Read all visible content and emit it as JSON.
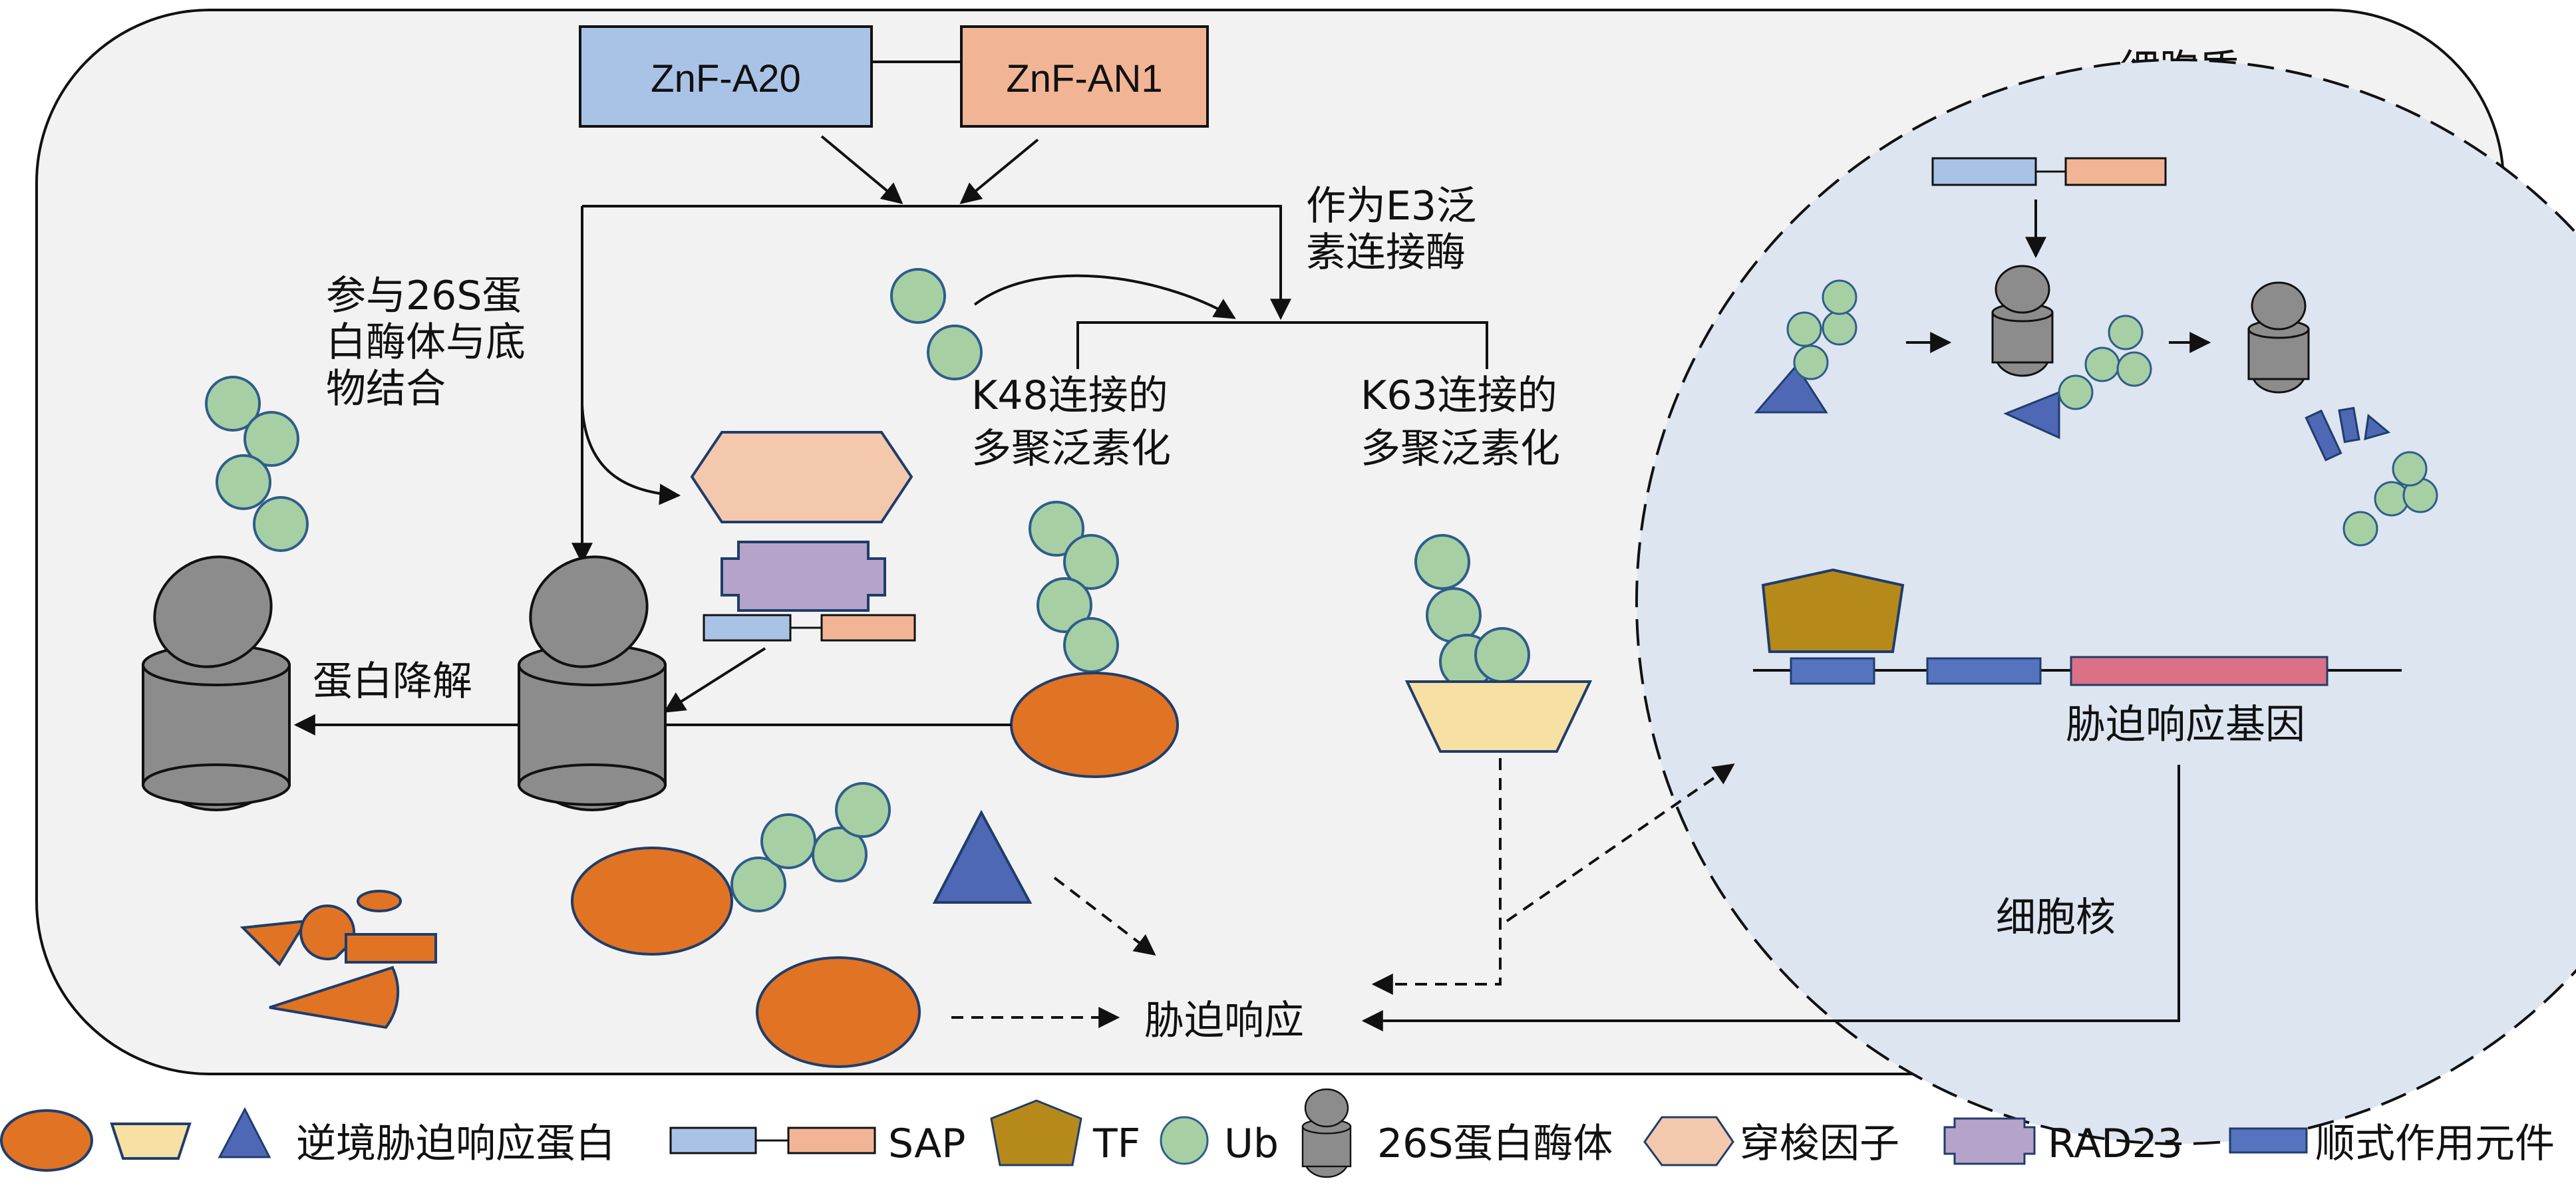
{
  "domains": {
    "a20": "ZnF-A20",
    "an1": "ZnF-AN1"
  },
  "labels": {
    "e3_line1": "作为E3泛",
    "e3_line2": "素连接酶",
    "bind_line1": "参与26S蛋",
    "bind_line2": "白酶体与底",
    "bind_line3": "物结合",
    "k48_line1": "K48连接的",
    "k48_line2": "多聚泛素化",
    "k63_line1": "K63连接的",
    "k63_line2": "多聚泛素化",
    "degradation": "蛋白降解",
    "stress_response": "胁迫响应",
    "cytoplasm": "细胞质",
    "nucleus": "细胞核",
    "stress_genes": "胁迫响应基因"
  },
  "legend": {
    "stress_protein": "逆境胁迫响应蛋白",
    "sap": "SAP",
    "tf": "TF",
    "ub": "Ub",
    "proteasome": "26S蛋白酶体",
    "shuttle": "穿梭因子",
    "rad23": "RAD23",
    "cis": "顺式作用元件"
  },
  "colors": {
    "cell_bg": "#f2f2f2",
    "nucleus_bg": "#dde5f1",
    "a20_blue": "#a9c3e6",
    "an1_salmon": "#f1b595",
    "ub_green": "#a6d0a4",
    "protein_orange": "#e07324",
    "tf_gold": "#b58a1a",
    "triangle_blue": "#4f68b5",
    "trapezoid_yellow": "#f7e0a3",
    "hexagon_peach": "#f4c8ad",
    "rad23_purple": "#b6a3c9",
    "cis_blue": "#5573bf",
    "gene_pink": "#db7087",
    "proteasome_gray": "#8c8c8c"
  }
}
